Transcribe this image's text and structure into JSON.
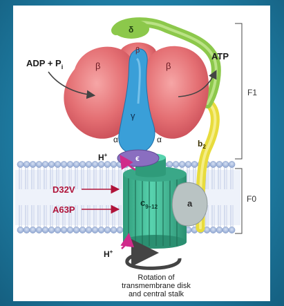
{
  "labels": {
    "delta": "δ",
    "beta_top": "β",
    "beta_left": "β",
    "beta_right": "β",
    "gamma": "γ",
    "alpha_left": "α",
    "alpha_right": "α",
    "epsilon": "ϵ",
    "b2_base": "b",
    "b2_sub": "2",
    "c_base": "c",
    "c_sub": "9–12",
    "a": "a",
    "adp_main": "ADP + P",
    "adp_sub": "i",
    "atp": "ATP",
    "h_top": "H",
    "h_top_sup": "+",
    "h_bottom": "H",
    "h_bottom_sup": "+",
    "d32v": "D32V",
    "a63p": "A63P",
    "f1": "F1",
    "f0": "F0",
    "rotation_line1": "Rotation of",
    "rotation_line2": "transmembrane disk",
    "rotation_line3": "and central stalk"
  },
  "colors": {
    "background": "#1f7fa6",
    "beta": "#e46f73",
    "gamma": "#3a9fd8",
    "delta": "#8cc84b",
    "b2": "#e8dc3c",
    "epsilon": "#8a6ec0",
    "c_ring": "#3fbf9a",
    "a_subunit": "#b9c3c3",
    "membrane": "#9fb5db",
    "mutation": "#b0143a",
    "arrow_magenta": "#d02a8a"
  }
}
